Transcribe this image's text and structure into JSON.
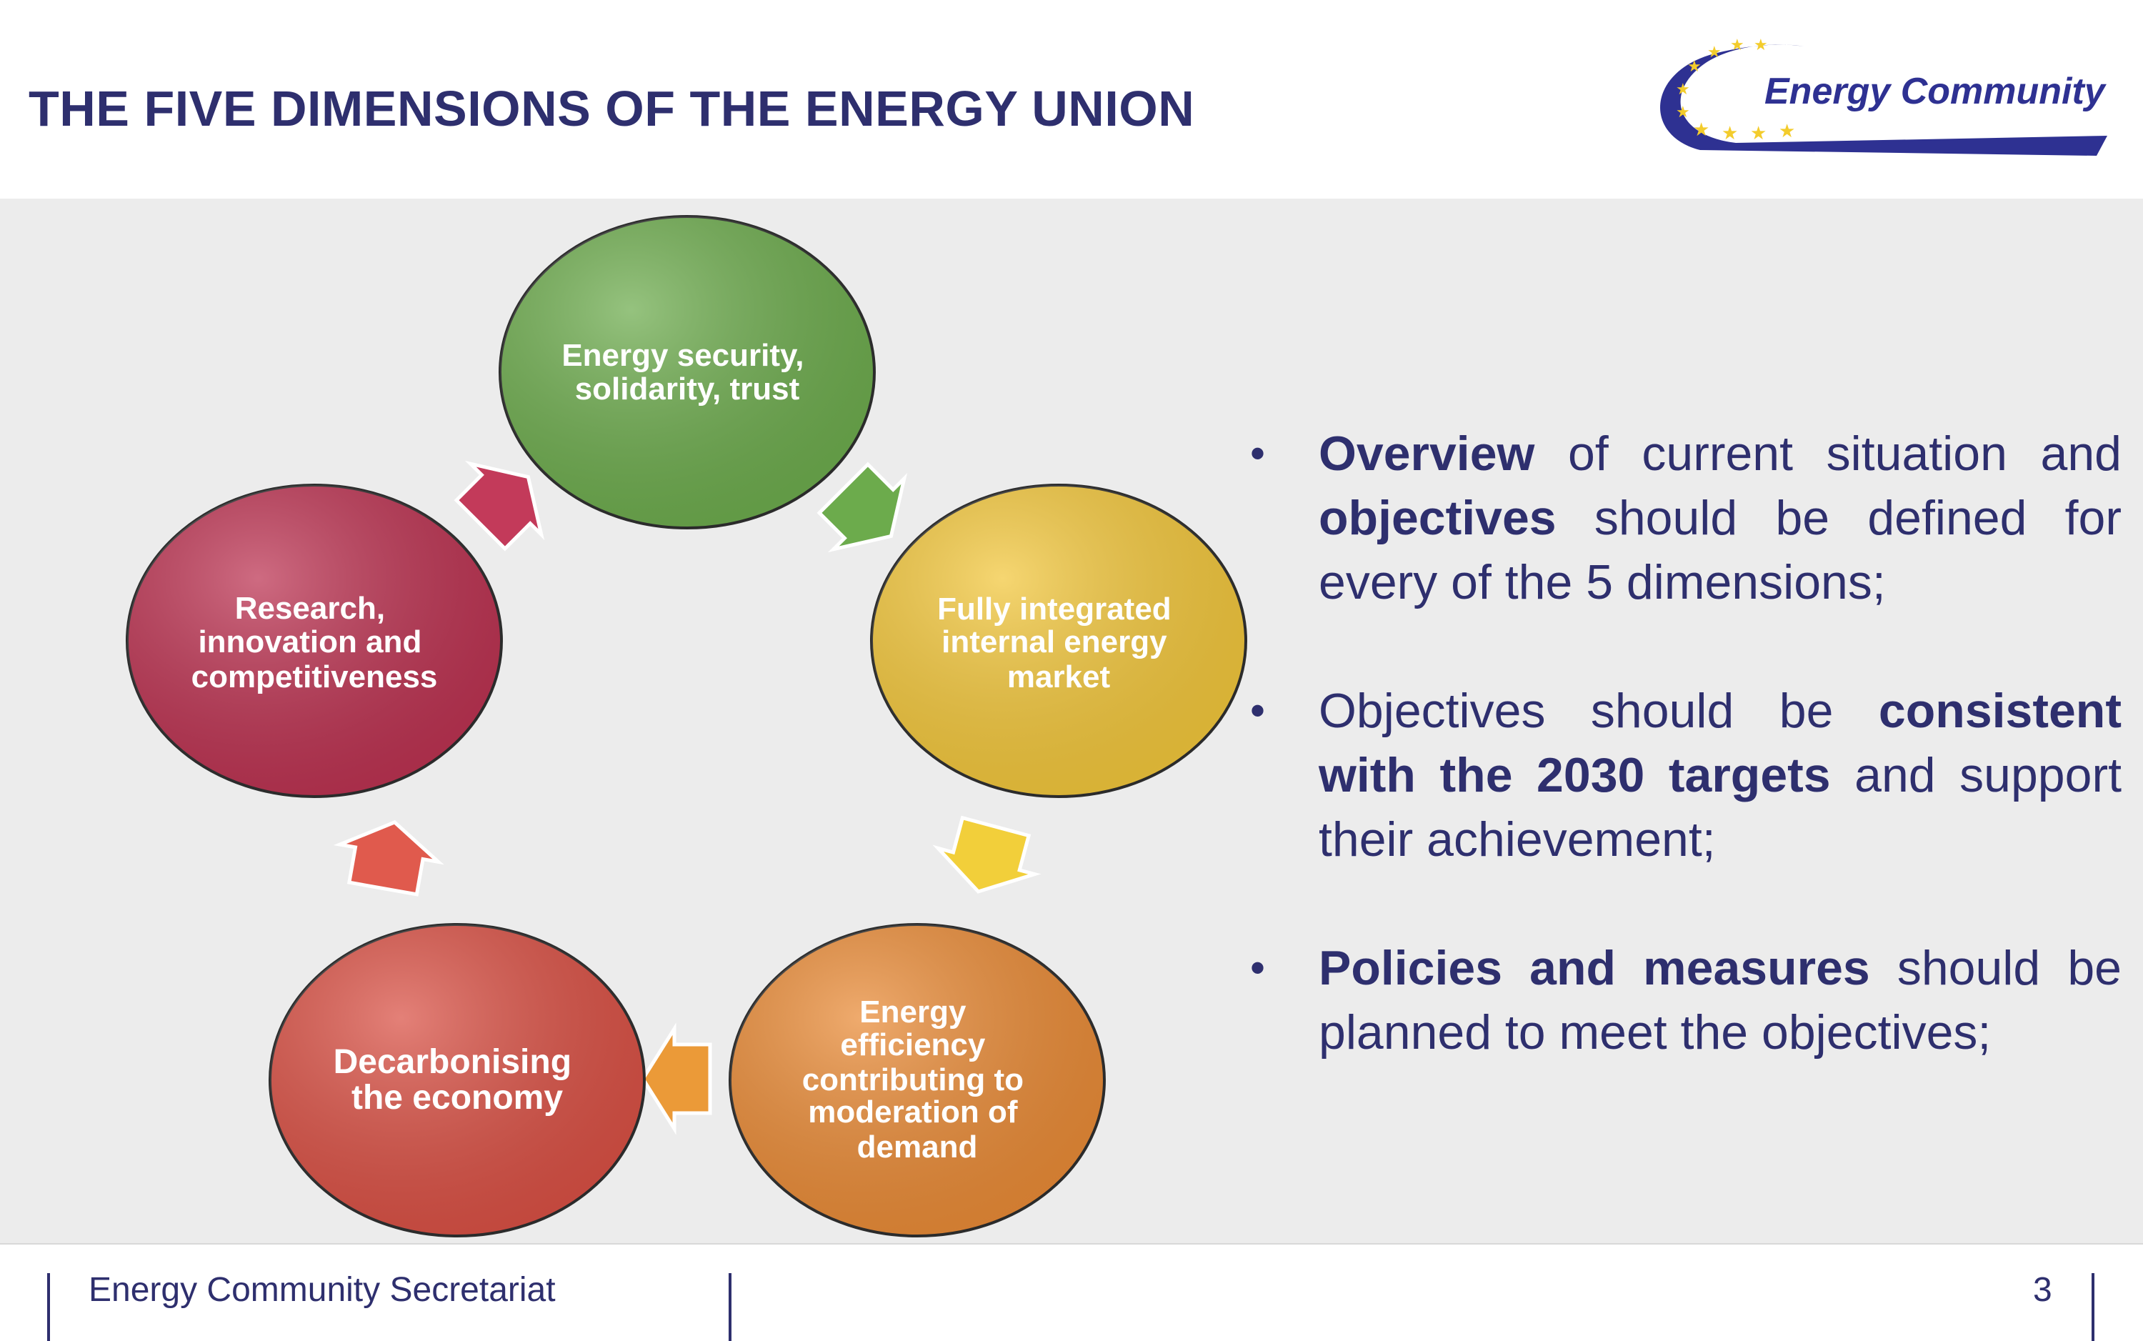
{
  "slide": {
    "title": "THE FIVE DIMENSIONS OF THE ENERGY UNION"
  },
  "logo": {
    "text": "Energy Community"
  },
  "diagram": {
    "nodes": [
      {
        "id": "security",
        "lines": [
          "Energy security,",
          "solidarity, trust"
        ],
        "color": "#6cab4c"
      },
      {
        "id": "market",
        "lines": [
          "Fully integrated",
          "internal energy",
          "market"
        ],
        "color": "#f2c63a"
      },
      {
        "id": "efficiency",
        "lines": [
          "Energy",
          "efficiency",
          "contributing to",
          "moderation of",
          "demand"
        ],
        "color": "#e98a35"
      },
      {
        "id": "decarbonising",
        "lines": [
          "Decarbonising",
          "the economy"
        ],
        "color": "#d94f43"
      },
      {
        "id": "research",
        "lines": [
          "Research,",
          "innovation and",
          "competitiveness"
        ],
        "color": "#bb3150"
      }
    ]
  },
  "bullets": [
    {
      "parts": [
        {
          "text": "Overview",
          "bold": true
        },
        {
          "text": " of current situation and ",
          "bold": false
        },
        {
          "text": "objectives",
          "bold": true
        },
        {
          "text": " should be defined for every of the 5 dimensions;",
          "bold": false
        }
      ]
    },
    {
      "parts": [
        {
          "text": "Objectives should be ",
          "bold": false
        },
        {
          "text": "consistent with the 2030 targets",
          "bold": true
        },
        {
          "text": " and support their achievement;",
          "bold": false
        }
      ]
    },
    {
      "parts": [
        {
          "text": "Policies and measures",
          "bold": true
        },
        {
          "text": " should be planned to meet the objectives;",
          "bold": false
        }
      ]
    }
  ],
  "footer": {
    "organization": "Energy Community Secretariat",
    "page_number": "3"
  }
}
